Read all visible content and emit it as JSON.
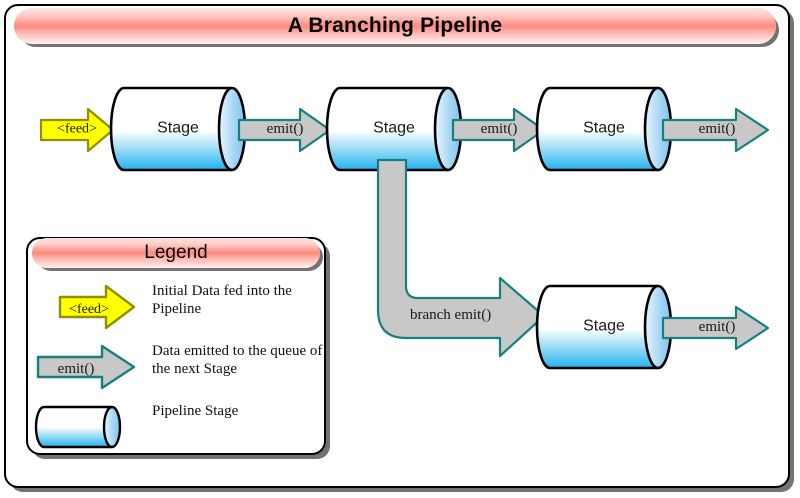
{
  "diagram": {
    "title": "A Branching Pipeline",
    "colors": {
      "title_bar_pink": "#fb8a80",
      "feed_arrow_fill": "#ffff00",
      "feed_arrow_stroke": "#999900",
      "emit_arrow_fill": "#c8c8c8",
      "emit_arrow_stroke": "#187f7f",
      "stage_gradient_top": "#ffffff",
      "stage_gradient_bottom": "#29b6f0",
      "stage_cap_blue": "#a9d8f5",
      "outline": "#000000",
      "background": "#ffffff"
    }
  },
  "pipeline": {
    "feed_label": "<feed>",
    "stage_label": "Stage",
    "emit_label": "emit()",
    "branch_label": "branch emit()",
    "top_row": {
      "stages": [
        {
          "label": "Stage"
        },
        {
          "label": "Stage"
        },
        {
          "label": "Stage"
        }
      ],
      "arrows": [
        {
          "label": "<feed>",
          "kind": "feed"
        },
        {
          "label": "emit()",
          "kind": "emit"
        },
        {
          "label": "emit()",
          "kind": "emit"
        },
        {
          "label": "emit()",
          "kind": "emit"
        }
      ]
    },
    "branch_row": {
      "stages": [
        {
          "label": "Stage"
        }
      ],
      "arrows": [
        {
          "label": "branch emit()",
          "kind": "branch"
        },
        {
          "label": "emit()",
          "kind": "emit"
        }
      ]
    }
  },
  "legend": {
    "title": "Legend",
    "items": [
      {
        "art": "<feed>",
        "description": "Initial Data fed into the Pipeline"
      },
      {
        "art": "emit()",
        "description": "Data emitted to the queue of the next Stage"
      },
      {
        "art": "",
        "description": "Pipeline Stage"
      }
    ]
  }
}
